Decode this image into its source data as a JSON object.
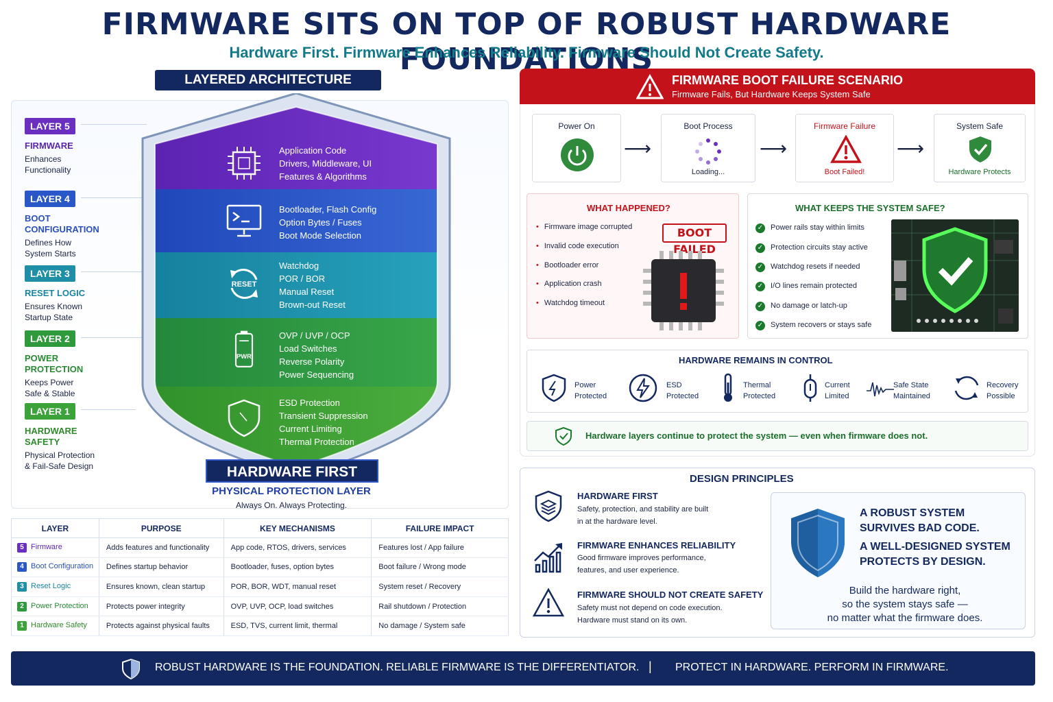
{
  "title": "FIRMWARE SITS ON TOP OF ROBUST HARDWARE FOUNDATIONS",
  "subtitle": "Hardware First.  Firmware Enhances Reliability.  Firmware Should Not Create Safety.",
  "architecture": {
    "banner": "LAYERED ARCHITECTURE",
    "colors": {
      "layer5": "#6a2fc0",
      "layer4": "#2a57c8",
      "layer3": "#1f8fa8",
      "layer2": "#2f9a3c",
      "layer1": "#3ba33a"
    },
    "layers": [
      {
        "badge": "LAYER 5",
        "name": "FIRMWARE",
        "desc1": "Enhances",
        "desc2": "Functionality",
        "icon": "chip-icon",
        "lines": [
          "Application Code",
          "Drivers, Middleware, UI",
          "Features & Algorithms"
        ]
      },
      {
        "badge": "LAYER 4",
        "name1": "BOOT",
        "name2": "CONFIGURATION",
        "desc1": "Defines How",
        "desc2": "System Starts",
        "icon": "terminal-icon",
        "lines": [
          "Bootloader, Flash Config",
          "Option Bytes / Fuses",
          "Boot Mode Selection"
        ]
      },
      {
        "badge": "LAYER 3",
        "name": "RESET LOGIC",
        "desc1": "Ensures Known",
        "desc2": "Startup State",
        "icon": "reset-icon",
        "icon_text": "RESET",
        "lines": [
          "Watchdog",
          "POR / BOR",
          "Manual Reset",
          "Brown-out Reset"
        ]
      },
      {
        "badge": "LAYER 2",
        "name1": "POWER",
        "name2": "PROTECTION",
        "desc1": "Keeps Power",
        "desc2": "Safe & Stable",
        "icon": "battery-icon",
        "icon_text": "PWR",
        "lines": [
          "OVP / UVP / OCP",
          "Load Switches",
          "Reverse Polarity",
          "Power Sequencing"
        ]
      },
      {
        "badge": "LAYER 1",
        "name1": "HARDWARE",
        "name2": "SAFETY",
        "desc1": "Physical Protection",
        "desc2": "& Fail-Safe Design",
        "icon": "shield-icon",
        "lines": [
          "ESD Protection",
          "Transient Suppression",
          "Current Limiting",
          "Thermal Protection"
        ]
      }
    ],
    "hardware_first": "HARDWARE FIRST",
    "physical_layer": "PHYSICAL PROTECTION LAYER",
    "always_on": "Always On. Always Protecting."
  },
  "table": {
    "headers": [
      "LAYER",
      "PURPOSE",
      "KEY MECHANISMS",
      "FAILURE IMPACT"
    ],
    "rows": [
      {
        "num": "5",
        "layer": "Firmware",
        "purpose": "Adds features and functionality",
        "mechanisms": "App code, RTOS, drivers, services",
        "impact": "Features lost / App failure"
      },
      {
        "num": "4",
        "layer": "Boot Configuration",
        "purpose": "Defines startup behavior",
        "mechanisms": "Bootloader, fuses, option bytes",
        "impact": "Boot failure / Wrong mode"
      },
      {
        "num": "3",
        "layer": "Reset Logic",
        "purpose": "Ensures known, clean startup",
        "mechanisms": "POR, BOR, WDT, manual reset",
        "impact": "System reset / Recovery"
      },
      {
        "num": "2",
        "layer": "Power Protection",
        "purpose": "Protects power integrity",
        "mechanisms": "OVP, UVP, OCP, load switches",
        "impact": "Rail shutdown / Protection"
      },
      {
        "num": "1",
        "layer": "Hardware Safety",
        "purpose": "Protects against physical faults",
        "mechanisms": "ESD, TVS, current limit, thermal",
        "impact": "No damage / System safe"
      }
    ]
  },
  "failure": {
    "title": "FIRMWARE BOOT FAILURE SCENARIO",
    "subtitle": "Firmware Fails, But Hardware Keeps System Safe",
    "steps": [
      {
        "label": "Power On",
        "bottom": "",
        "icon": "power-icon"
      },
      {
        "label": "Boot Process",
        "bottom": "Loading...",
        "icon": "spinner-icon"
      },
      {
        "label": "Firmware Failure",
        "bottom": "Boot Failed!",
        "icon": "warning-icon"
      },
      {
        "label": "System Safe",
        "bottom": "Hardware Protects",
        "icon": "check-shield-icon"
      }
    ],
    "arrow": "⟶",
    "what_happened": {
      "title": "WHAT HAPPENED?",
      "items": [
        "Firmware image corrupted",
        "Invalid code execution",
        "Bootloader error",
        "Application crash",
        "Watchdog timeout"
      ],
      "stamp": "BOOT FAILED"
    },
    "keeps_safe": {
      "title": "WHAT KEEPS THE SYSTEM SAFE?",
      "items": [
        "Power rails stay within limits",
        "Protection circuits stay active",
        "Watchdog resets if needed",
        "I/O lines remain protected",
        "No damage or latch-up",
        "System recovers or stays safe"
      ]
    },
    "hw_control": {
      "title": "HARDWARE REMAINS IN CONTROL",
      "items": [
        {
          "l1": "Power",
          "l2": "Protected",
          "icon": "shield-bolt-icon"
        },
        {
          "l1": "ESD",
          "l2": "Protected",
          "icon": "lightning-icon"
        },
        {
          "l1": "Thermal",
          "l2": "Protected",
          "icon": "thermometer-icon"
        },
        {
          "l1": "Current",
          "l2": "Limited",
          "icon": "fuse-icon"
        },
        {
          "l1": "Safe State",
          "l2": "Maintained",
          "icon": "waveform-icon"
        },
        {
          "l1": "Recovery",
          "l2": "Possible",
          "icon": "refresh-icon"
        }
      ]
    },
    "continue_text": "Hardware layers continue to protect the system — even when firmware does not."
  },
  "principles": {
    "title": "DESIGN PRINCIPLES",
    "items": [
      {
        "head": "HARDWARE FIRST",
        "b1": "Safety, protection, and stability are built",
        "b2": "in at the hardware level.",
        "icon": "layers-shield-icon"
      },
      {
        "head": "FIRMWARE ENHANCES RELIABILITY",
        "b1": "Good firmware improves performance,",
        "b2": "features, and user experience.",
        "icon": "growth-chart-icon"
      },
      {
        "head": "FIRMWARE SHOULD NOT CREATE SAFETY",
        "b1": "Safety must not depend on code execution.",
        "b2": "Hardware must stand on its own.",
        "icon": "warning-icon"
      }
    ],
    "robust": {
      "l1": "A ROBUST SYSTEM",
      "l2": "SURVIVES BAD CODE.",
      "l3": "A WELL-DESIGNED SYSTEM",
      "l4": "PROTECTS BY DESIGN.",
      "f1": "Build the hardware right,",
      "f2": "so the system stays safe —",
      "f3": "no matter what the firmware does."
    }
  },
  "footer": {
    "left": "ROBUST HARDWARE IS THE FOUNDATION.  RELIABLE FIRMWARE IS THE DIFFERENTIATOR.",
    "sep": "|",
    "right": "PROTECT IN HARDWARE.  PERFORM IN FIRMWARE."
  }
}
